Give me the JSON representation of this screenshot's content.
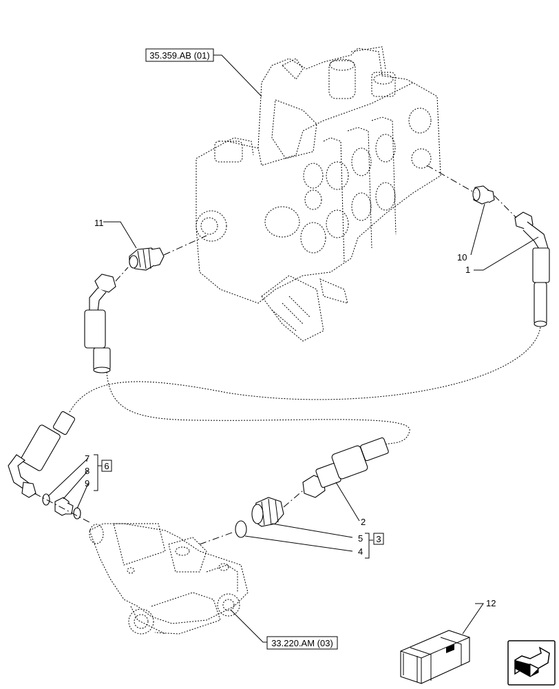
{
  "references": {
    "top": "35.359.AB (01)",
    "bottom": "33.220.AM (03)"
  },
  "callouts": {
    "c1": "1",
    "c2": "2",
    "c3": "3",
    "c4": "4",
    "c5": "5",
    "c6": "6",
    "c7": "7",
    "c8": "8",
    "c9": "9",
    "c10": "10",
    "c11": "11",
    "c12": "12"
  },
  "icons": {
    "navigation": "arrow-navigation-icon",
    "kit": "crate-kit-icon"
  }
}
